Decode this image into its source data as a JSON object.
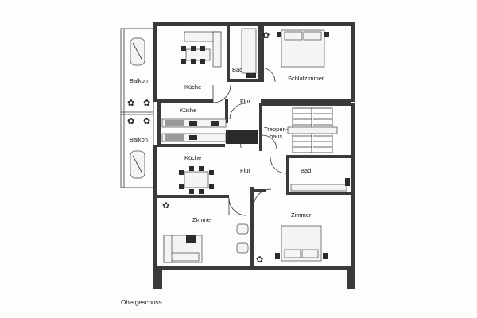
{
  "floor_label": "Obergeschoss",
  "rooms": {
    "balkon_top": "Balkon",
    "balkon_bottom": "Balkon",
    "kueche_top": "Küche",
    "kueche_mid": "Küche",
    "kueche_lower": "Küche",
    "bad_top": "Bad",
    "flur_top": "Flur",
    "schlafzimmer": "Schlafzimmer",
    "treppenhaus": "Treppen-\nhaus",
    "flur_bottom": "Flur",
    "bad_bottom": "Bad",
    "zimmer_left": "Zimmer",
    "zimmer_right": "Zimmer"
  }
}
